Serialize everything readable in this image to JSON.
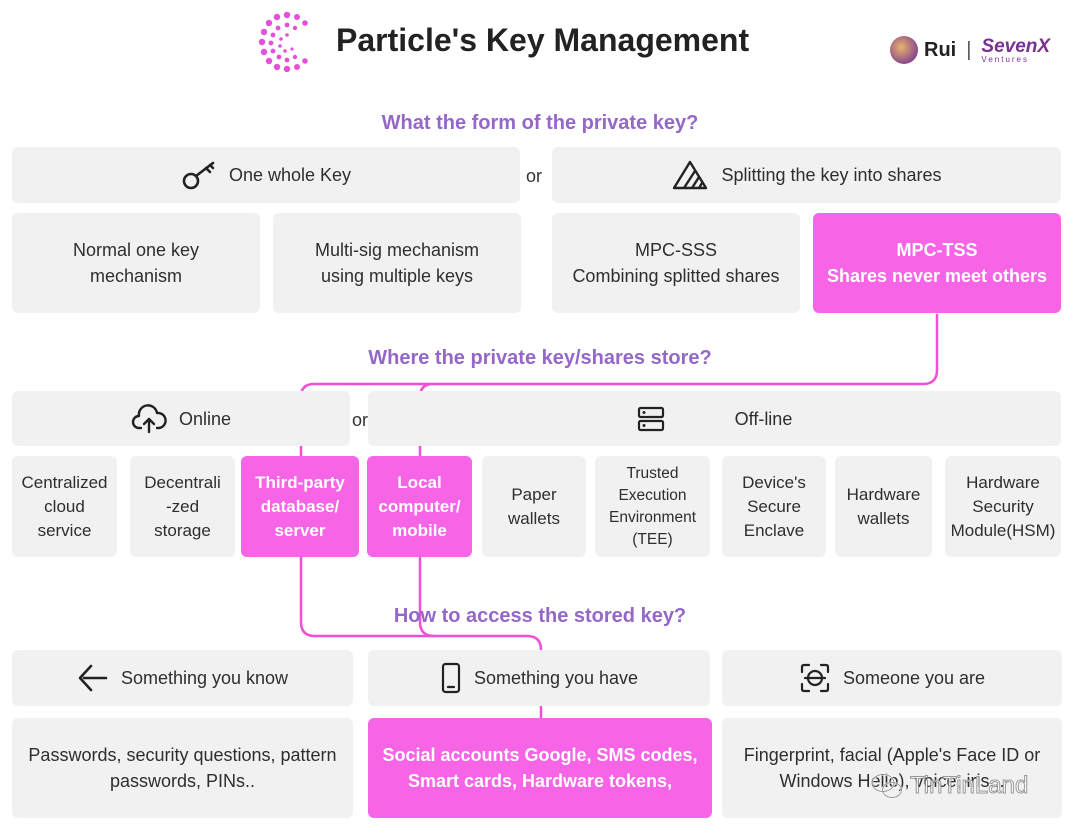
{
  "title": "Particle's Key Management",
  "branding": {
    "author": "Rui",
    "separator": "|",
    "brand": "SevenX",
    "brand_sub": "Ventures"
  },
  "colors": {
    "accent": "#f765e6",
    "heading": "#9467c8",
    "box": "#f1f1f1"
  },
  "section1": {
    "heading": "What the form of the private key?",
    "left_header": {
      "icon": "key-icon",
      "label": "One whole Key"
    },
    "or": "or",
    "right_header": {
      "icon": "triangle-icon",
      "label": "Splitting the key into shares"
    },
    "options": [
      {
        "label": "Normal one key\nmechanism",
        "highlighted": false
      },
      {
        "label": "Multi-sig mechanism\nusing multiple keys",
        "highlighted": false
      },
      {
        "label": "MPC-SSS\nCombining splitted shares",
        "highlighted": false
      },
      {
        "label": "MPC-TSS\nShares never meet others",
        "highlighted": true
      }
    ]
  },
  "section2": {
    "heading": "Where the private key/shares store?",
    "left_header": {
      "icon": "cloud-upload-icon",
      "label": "Online"
    },
    "or": "or",
    "right_header": {
      "icon": "server-icon",
      "label": "Off-line"
    },
    "options": [
      {
        "label": "Centralized\ncloud\nservice",
        "highlighted": false
      },
      {
        "label": "Decentrali\n-zed\nstorage",
        "highlighted": false
      },
      {
        "label": "Third-party\ndatabase/\nserver",
        "highlighted": true
      },
      {
        "label": "Local\ncomputer/\nmobile",
        "highlighted": true
      },
      {
        "label": "Paper\nwallets",
        "highlighted": false
      },
      {
        "label": "Trusted\nExecution\nEnvironment\n(TEE)",
        "highlighted": false
      },
      {
        "label": "Device's\nSecure\nEnclave",
        "highlighted": false
      },
      {
        "label": "Hardware\nwallets",
        "highlighted": false
      },
      {
        "label": "Hardware\nSecurity\nModule(HSM)",
        "highlighted": false
      }
    ]
  },
  "section3": {
    "heading": "How to access the stored key?",
    "headers": [
      {
        "icon": "arrow-left-icon",
        "label": "Something you know"
      },
      {
        "icon": "phone-icon",
        "label": "Something you have"
      },
      {
        "icon": "face-scan-icon",
        "label": "Someone you are"
      }
    ],
    "options": [
      {
        "label": "Passwords, security questions, pattern\npasswords, PINs..",
        "highlighted": false
      },
      {
        "label": "Social accounts Google, SMS codes,\nSmart cards, Hardware tokens,",
        "highlighted": true
      },
      {
        "label": "Fingerprint, facial (Apple's Face ID or\nWindows Hello), voice, iris...",
        "highlighted": false
      }
    ]
  },
  "watermark": "TinTinLand"
}
